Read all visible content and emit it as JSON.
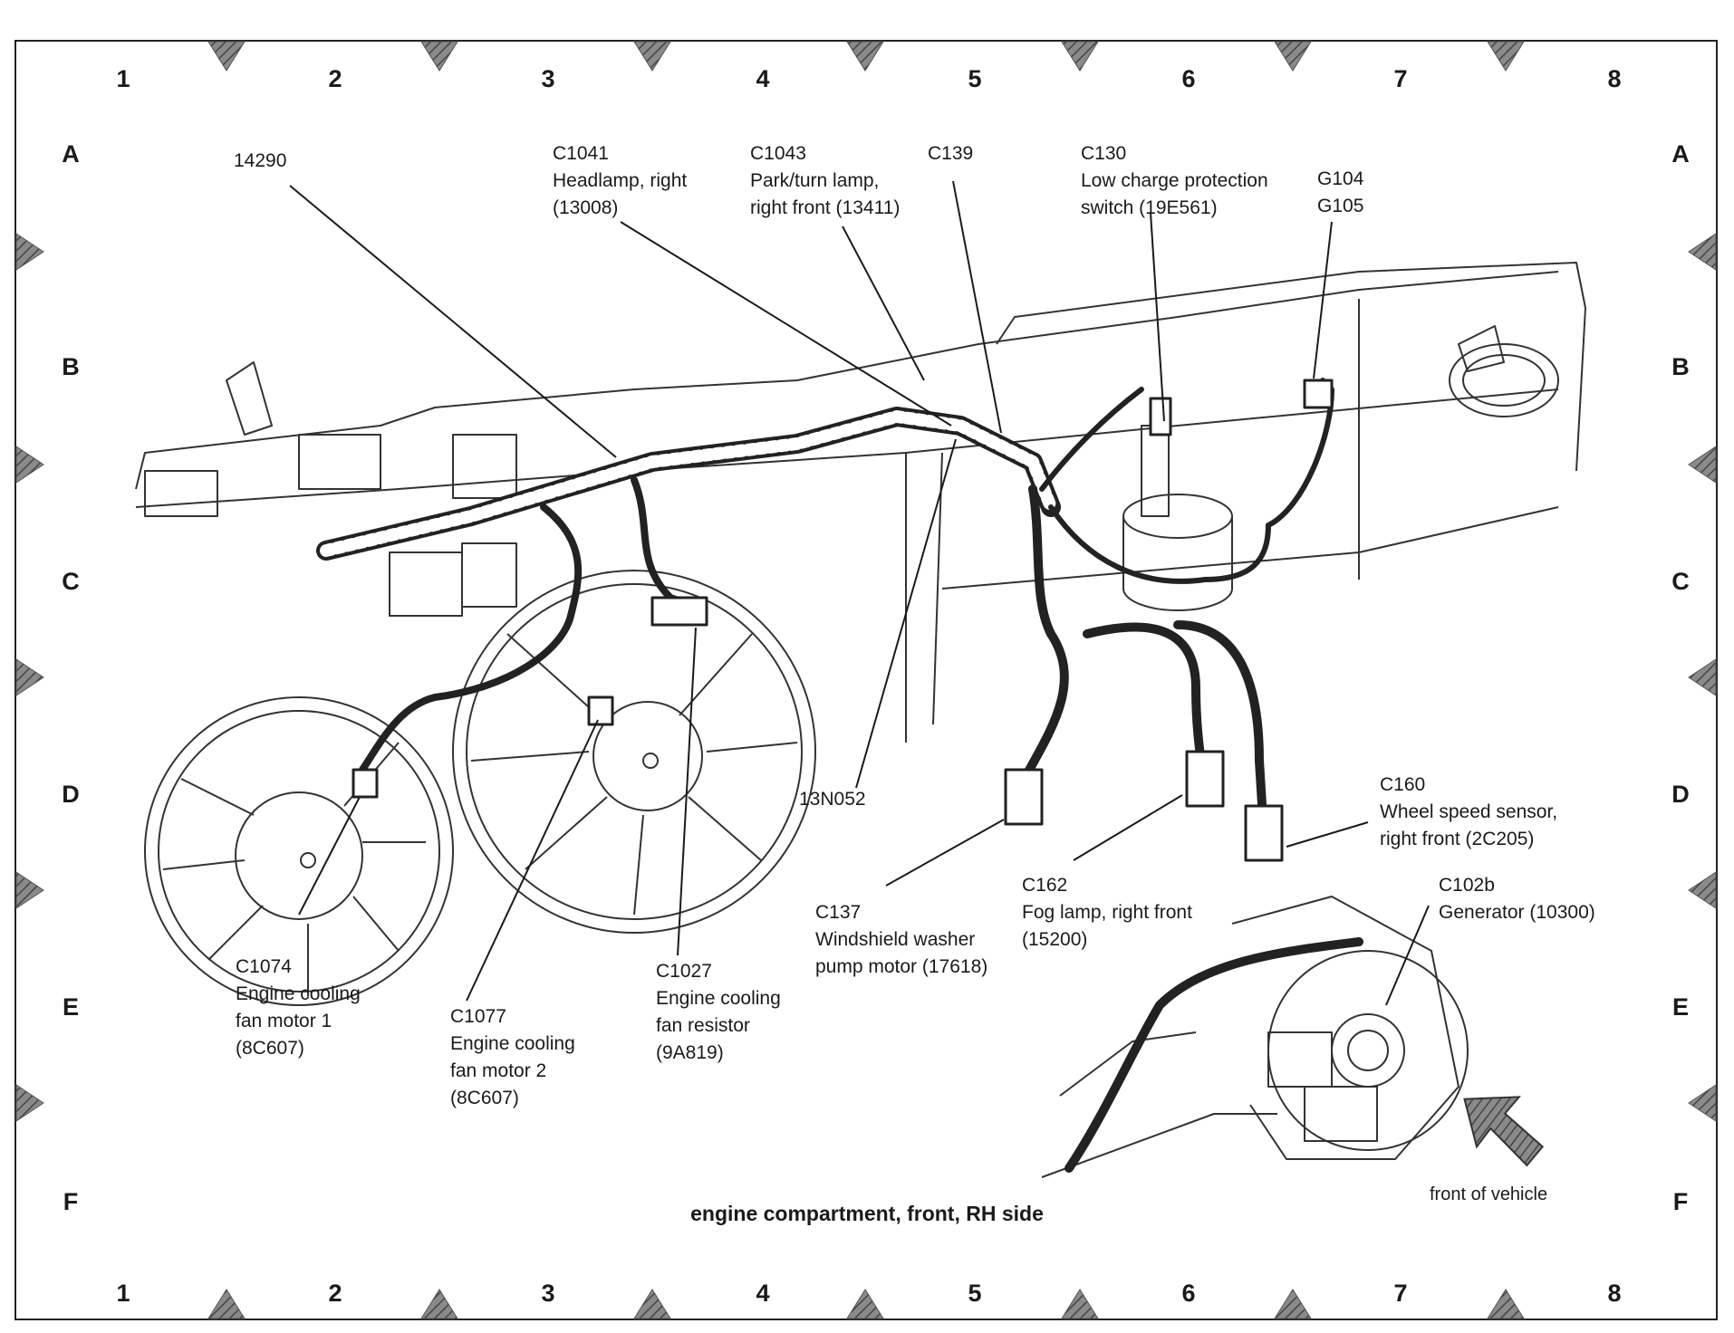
{
  "grid": {
    "columns": [
      "1",
      "2",
      "3",
      "4",
      "5",
      "6",
      "7",
      "8"
    ],
    "rows": [
      "A",
      "B",
      "C",
      "D",
      "E",
      "F"
    ]
  },
  "callouts": {
    "n14290": {
      "lines": [
        "14290"
      ]
    },
    "c1041": {
      "lines": [
        "C1041",
        "Headlamp, right",
        "(13008)"
      ]
    },
    "c1043": {
      "lines": [
        "C1043",
        "Park/turn lamp,",
        "right front (13411)"
      ]
    },
    "c139": {
      "lines": [
        "C139"
      ]
    },
    "c130": {
      "lines": [
        "C130",
        "Low charge protection",
        "switch (19E561)"
      ]
    },
    "g104": {
      "lines": [
        "G104",
        "G105"
      ]
    },
    "n13n052": {
      "lines": [
        "13N052"
      ]
    },
    "c160": {
      "lines": [
        "C160",
        "Wheel speed sensor,",
        "right front (2C205)"
      ]
    },
    "c137": {
      "lines": [
        "C137",
        "Windshield washer",
        "pump motor (17618)"
      ]
    },
    "c162": {
      "lines": [
        "C162",
        "Fog lamp, right front",
        "(15200)"
      ]
    },
    "c102b": {
      "lines": [
        "C102b",
        "Generator (10300)"
      ]
    },
    "c1074": {
      "lines": [
        "C1074",
        "Engine cooling",
        "fan motor 1",
        "(8C607)"
      ]
    },
    "c1077": {
      "lines": [
        "C1077",
        "Engine cooling",
        "fan motor 2",
        "(8C607)"
      ]
    },
    "c1027": {
      "lines": [
        "C1027",
        "Engine cooling",
        "fan resistor",
        "(9A819)"
      ]
    }
  },
  "caption": "engine compartment, front, RH side",
  "front_label": "front of vehicle",
  "colors": {
    "ink": "#1a1a1a",
    "marker": "#7a7a7a",
    "arrow": "#555555"
  }
}
